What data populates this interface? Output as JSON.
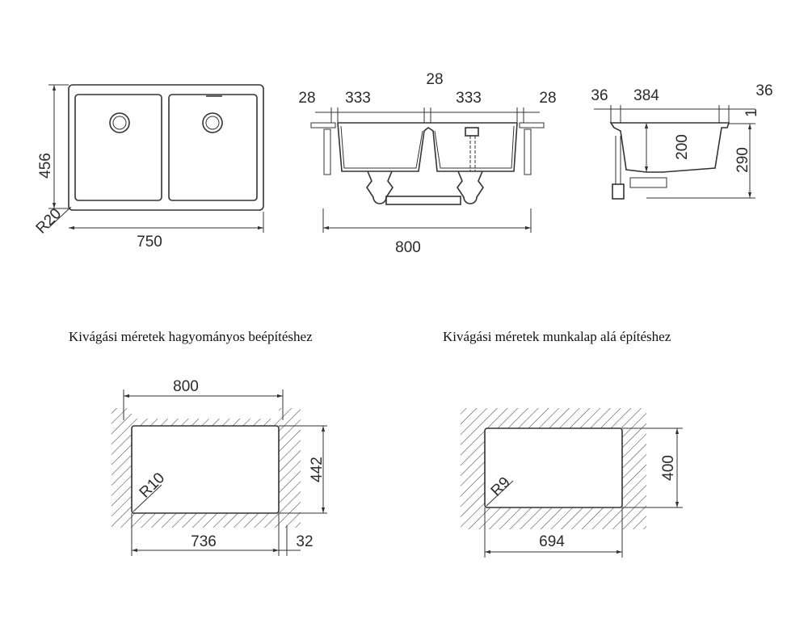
{
  "top_view": {
    "width": "750",
    "depth": "456",
    "radius": "R20"
  },
  "front_section": {
    "left_rim": "28",
    "left_bowl": "333",
    "middle": "28",
    "right_bowl": "333",
    "right_rim": "28",
    "overall": "800"
  },
  "side_section": {
    "left_rim": "36",
    "bowl": "384",
    "right_rim": "36",
    "lip": "1",
    "bowl_depth": "200",
    "total_depth": "290"
  },
  "cutout_standard": {
    "caption": "Kivágási méretek hagyományos beépítéshez",
    "outer_width": "800",
    "width": "736",
    "height": "442",
    "radius": "R10",
    "margin": "32"
  },
  "cutout_undermount": {
    "caption": "Kivágási méretek munkalap alá építéshez",
    "width": "694",
    "height": "400",
    "radius": "R9"
  }
}
